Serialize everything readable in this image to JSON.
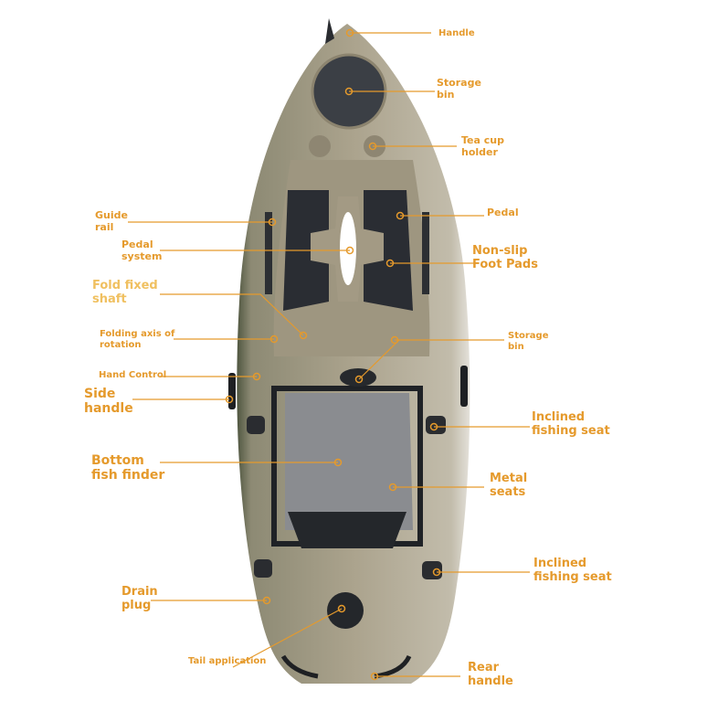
{
  "diagram": {
    "subject": "Pedal fishing kayak (top view)",
    "accent_color": "#e59a2c",
    "hull_colors": {
      "deck": "#a9a08a",
      "deck_dark": "#8e8672",
      "rim": "#c9c3b3",
      "side_green": "#5b6247",
      "pads": "#2a2d33",
      "seat": "#8a8c90"
    },
    "labels": [
      {
        "id": "handle-front",
        "text": "Handle"
      },
      {
        "id": "storage-bin-front",
        "text": "Storage\nbin"
      },
      {
        "id": "tea-cup-holder",
        "text": "Tea cup\nholder"
      },
      {
        "id": "guide-rail",
        "text": "Guide\nrail"
      },
      {
        "id": "pedal",
        "text": "Pedal"
      },
      {
        "id": "pedal-system",
        "text": "Pedal\nsystem"
      },
      {
        "id": "non-slip-foot-pads",
        "text": "Non-slip\nFoot Pads"
      },
      {
        "id": "fold-fixed-shaft",
        "text": "Fold fixed\nshaft"
      },
      {
        "id": "folding-axis",
        "text": "Folding axis of\nrotation"
      },
      {
        "id": "storage-bin-mid",
        "text": "Storage\nbin"
      },
      {
        "id": "hand-control",
        "text": "Hand Control"
      },
      {
        "id": "side-handle",
        "text": "Side\nhandle"
      },
      {
        "id": "inclined-fishing-seat-1",
        "text": "Inclined\nfishing seat"
      },
      {
        "id": "bottom-fish-finder",
        "text": "Bottom\nfish finder"
      },
      {
        "id": "metal-seats",
        "text": "Metal\nseats"
      },
      {
        "id": "inclined-fishing-seat-2",
        "text": "Inclined\nfishing seat"
      },
      {
        "id": "drain-plug",
        "text": "Drain\nplug"
      },
      {
        "id": "tail-application",
        "text": "Tail application"
      },
      {
        "id": "rear-handle",
        "text": "Rear\nhandle"
      }
    ]
  }
}
